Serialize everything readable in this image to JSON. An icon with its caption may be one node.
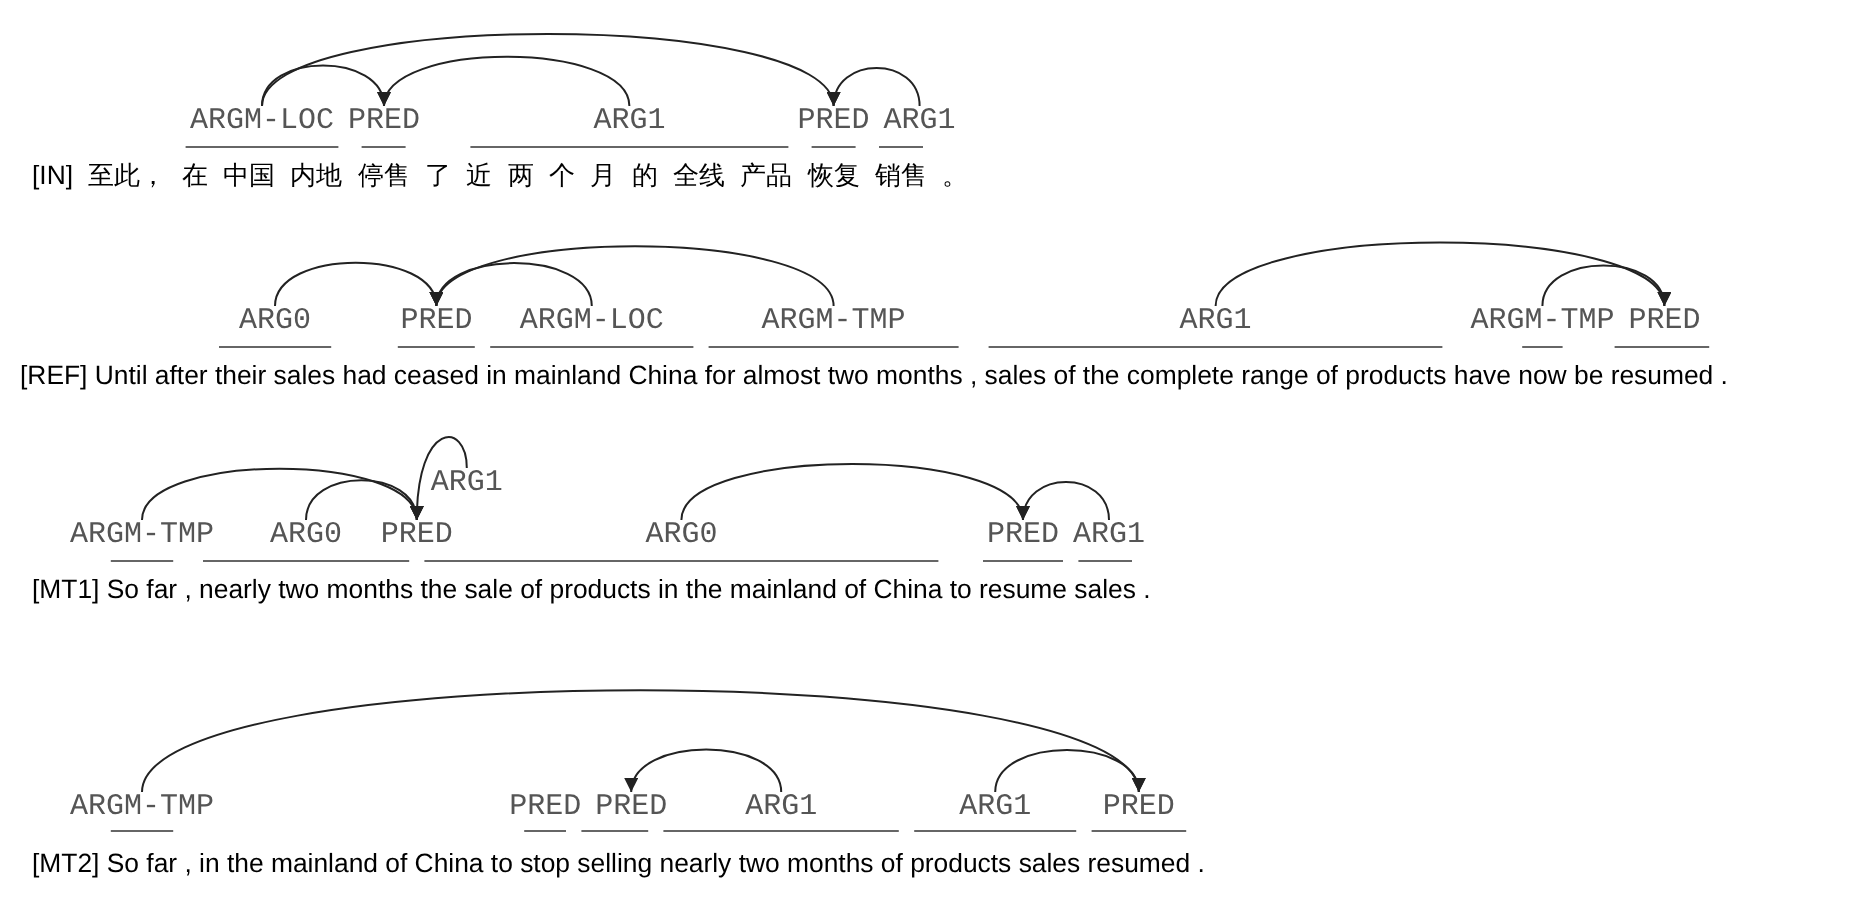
{
  "diagram": {
    "nodes": [
      {
        "text": [
          "ARGM-LOC"
        ]
      },
      {
        "text": [
          "PRED"
        ]
      },
      {
        "text": [
          "ARG1"
        ]
      },
      {
        "text": [
          "PRED"
        ]
      },
      {
        "text": [
          "ARG1"
        ]
      },
      {
        "text": [
          "ARG0"
        ]
      },
      {
        "text": [
          "PRED"
        ]
      },
      {
        "text": [
          "ARGM-LOC"
        ]
      },
      {
        "text": [
          "ARGM-TMP"
        ]
      },
      {
        "text": [
          "ARG1"
        ]
      },
      {
        "text": [
          "ARGM-TMP"
        ]
      },
      {
        "text": [
          "PRED"
        ]
      },
      {
        "text": [
          "ARGM-TMP"
        ]
      },
      {
        "text": [
          "ARG0"
        ]
      },
      {
        "text": [
          "PRED"
        ]
      },
      {
        "text": [
          "ARG1"
        ]
      },
      {
        "text": [
          "ARG0"
        ]
      },
      {
        "text": [
          "PRED"
        ]
      },
      {
        "text": [
          "ARG1"
        ]
      },
      {
        "text": [
          "ARGM-TMP"
        ]
      },
      {
        "text": [
          "PRED"
        ]
      },
      {
        "text": [
          "PRED"
        ]
      },
      {
        "text": [
          "ARG1"
        ]
      },
      {
        "text": [
          "ARG1"
        ]
      },
      {
        "text": [
          "PRED"
        ]
      }
    ],
    "edges": [
      {
        "from": 0,
        "to": 1,
        "arrow": "to"
      },
      {
        "from": 2,
        "to": 1,
        "arrow": "to"
      },
      {
        "from": 0,
        "to": 3,
        "arrow": "to"
      },
      {
        "from": 4,
        "to": 3,
        "arrow": "to"
      },
      {
        "from": 5,
        "to": 6,
        "arrow": "to"
      },
      {
        "from": 7,
        "to": 6,
        "arrow": "to"
      },
      {
        "from": 8,
        "to": 6,
        "arrow": "to"
      },
      {
        "from": 9,
        "to": 11,
        "arrow": "to"
      },
      {
        "from": 10,
        "to": 11,
        "arrow": "to"
      },
      {
        "from": 12,
        "to": 14,
        "arrow": "to"
      },
      {
        "from": 13,
        "to": 14,
        "arrow": "to"
      },
      {
        "from": 15,
        "to": 14,
        "arrow": "to"
      },
      {
        "from": 16,
        "to": 17,
        "arrow": "to"
      },
      {
        "from": 18,
        "to": 17,
        "arrow": "to"
      },
      {
        "from": 19,
        "to": 24,
        "arrow": "to"
      },
      {
        "from": 22,
        "to": 21,
        "arrow": "to"
      },
      {
        "from": 23,
        "to": 24,
        "arrow": "to"
      }
    ],
    "labels": [
      "[IN] 至此， 在 中国 内地 停售 了 近 两 个 月 的 全线 产品 恢复 销售 。",
      "[REF] Until after their sales had ceased in mainland China for almost two months , sales of the complete range of products have now be resumed .",
      "[MT1] So far , nearly two months the sale of products in the mainland of China to resume sales .",
      "[MT2] So far , in the mainland of China to stop selling nearly two months of products sales resumed ."
    ]
  }
}
